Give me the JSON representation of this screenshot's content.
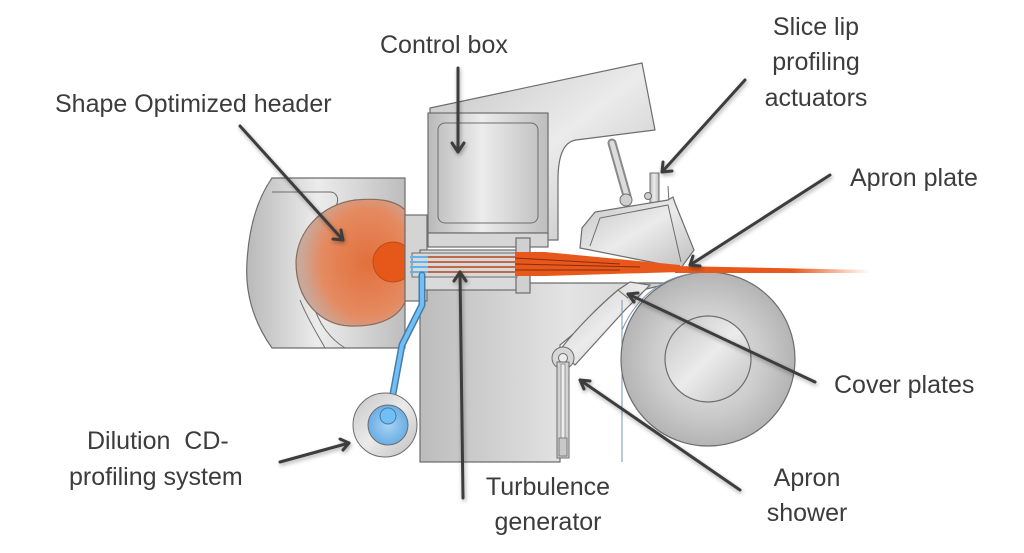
{
  "diagram": {
    "labels": {
      "control_box": "Control box",
      "header": "Shape Optimized header",
      "slice_lip": [
        "Slice lip",
        "profiling",
        "actuators"
      ],
      "apron_plate": "Apron plate",
      "cover_plates": "Cover plates",
      "dilution": [
        "Dilution  CD-",
        "profiling system"
      ],
      "turbulence": [
        "Turbulence",
        "generator"
      ],
      "apron_shower": [
        "Apron",
        "shower"
      ]
    },
    "colors": {
      "stock_orange": "#e8581c",
      "header_orange": "#e07a4a",
      "dilution_blue": "#5fb4f0",
      "metal": "#d2d2d2",
      "label_text": "#3c3c3c",
      "arrow": "#3d3d3d"
    }
  }
}
